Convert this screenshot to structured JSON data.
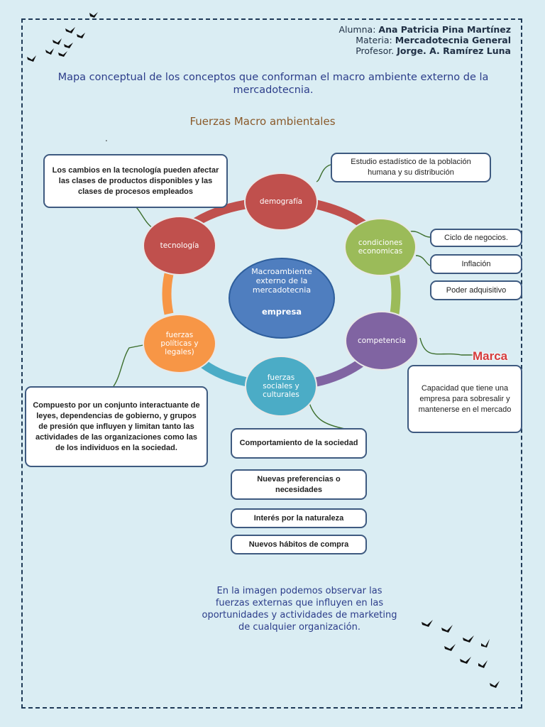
{
  "header": {
    "student_label": "Alumna:",
    "student_name": "Ana Patricia Pina Martínez",
    "subject_label": "Materia:",
    "subject_name": "Mercadotecnia General",
    "teacher_label": "Profesor.",
    "teacher_name": "Jorge. A. Ramírez Luna"
  },
  "title": "Mapa conceptual de los conceptos que conforman el macro ambiente externo de la mercadotecnia.",
  "subtitle": "Fuerzas Macro ambientales",
  "dot": ".",
  "center": {
    "line1": "Macroambiente",
    "line2": "externo de la",
    "line3": "mercadotecnia",
    "line4": "empresa",
    "color": "#4f7ebf"
  },
  "nodes": {
    "demografia": {
      "label": "demografía",
      "color": "#c0504d"
    },
    "condiciones": {
      "label": "condiciones economicas",
      "color": "#9bbb59"
    },
    "competencia": {
      "label": "competencia",
      "color": "#8064a2"
    },
    "sociales": {
      "label": "fuerzas sociales y culturales",
      "color": "#4bacc6"
    },
    "politicas": {
      "label": "fuerzas políticas y legales)",
      "color": "#f79646"
    },
    "tecnologia": {
      "label": "tecnología",
      "color": "#c0504d"
    }
  },
  "boxes": {
    "tecnologia_desc": "Los cambios en la tecnología pueden afectar las clases de productos disponibles y las clases de procesos empleados",
    "demografia_desc": "Estudio estadístico de la población humana y su distribución",
    "ciclo": "Ciclo de negocios.",
    "inflacion": "Inflación",
    "poder": "Poder adquisitivo",
    "competencia_desc": "Capacidad que tiene una empresa para sobresalir y mantenerse en el mercado",
    "politicas_desc": "Compuesto por un conjunto interactuante de leyes, dependencias de gobierno, y grupos de presión que influyen y limitan tanto las actividades de las organizaciones como las de los individuos en la sociedad.",
    "comportamiento": "Comportamiento de la sociedad",
    "preferencias": "Nuevas preferencias o necesidades",
    "naturaleza": "Interés por la naturaleza",
    "habitos": "Nuevos hábitos de compra"
  },
  "marca": "Marca",
  "conclusion": "En la imagen podemos observar las fuerzas externas que influyen en las oportunidades y actividades de marketing de cualquier organización."
}
